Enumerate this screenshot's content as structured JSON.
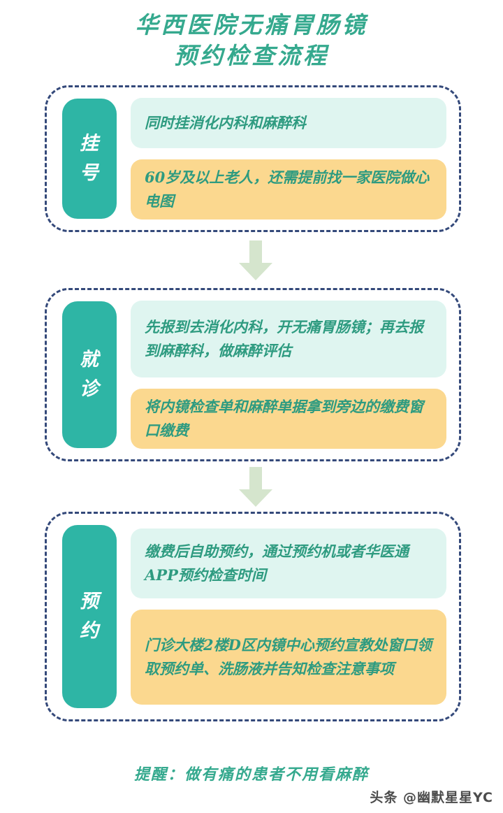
{
  "title": {
    "line1": "华西医院无痛胃肠镜",
    "line2": "预约检查流程",
    "color": "#35a98e"
  },
  "colors": {
    "teal": "#2eb5a5",
    "mint": "#dff5f0",
    "amber": "#fbd88f",
    "text_green": "#2e9b80",
    "dash_navy": "#34497a",
    "arrow_green": "#d5e5cd"
  },
  "sections": [
    {
      "stage": "挂号",
      "stage_chars": [
        "挂",
        "号"
      ],
      "notes": [
        {
          "style": "mint",
          "text": "同时挂消化内科和麻醉科"
        },
        {
          "style": "amber",
          "text": "60岁及以上老人，还需提前找一家医院做心电图"
        }
      ]
    },
    {
      "stage": "就诊",
      "stage_chars": [
        "就",
        "诊"
      ],
      "notes": [
        {
          "style": "mint",
          "text": "先报到去消化内科，开无痛胃肠镜；再去报到麻醉科，做麻醉评估"
        },
        {
          "style": "amber",
          "text": "将内镜检查单和麻醉单据拿到旁边的缴费窗口缴费"
        }
      ]
    },
    {
      "stage": "预约",
      "stage_chars": [
        "预",
        "约"
      ],
      "notes": [
        {
          "style": "mint",
          "text": "缴费后自助预约，通过预约机或者华医通APP预约检查时间"
        },
        {
          "style": "amber",
          "text": "门诊大楼2楼D区内镜中心预约宣教处窗口领取预约单、洗肠液并告知检查注意事项"
        }
      ]
    }
  ],
  "arrows": [
    {
      "name": "arrow-step1-to-step2"
    },
    {
      "name": "arrow-step2-to-step3"
    }
  ],
  "footer_note": "提醒：做有痛的患者不用看麻醉",
  "watermark": "头条 @幽默星星YC"
}
